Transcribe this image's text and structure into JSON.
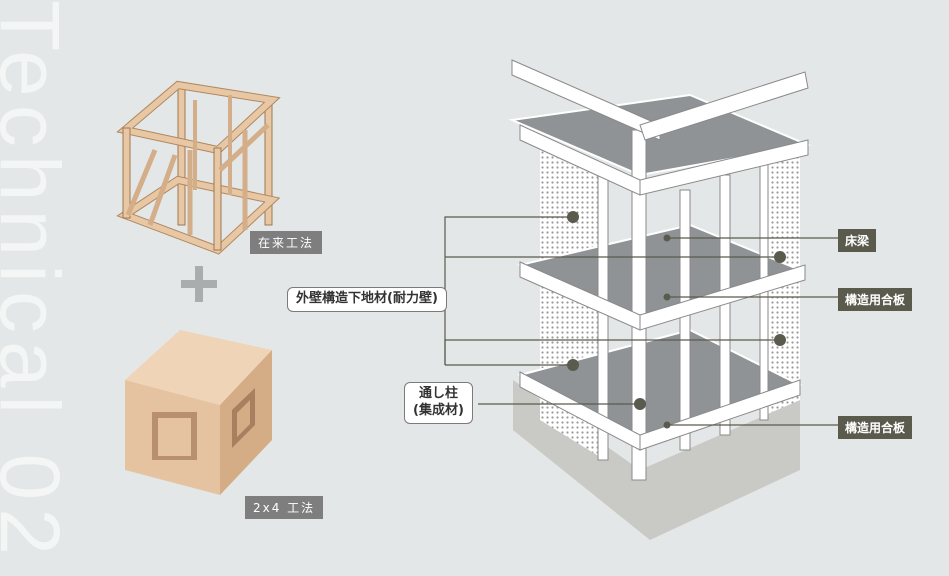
{
  "watermark": "Technical 02",
  "methods": {
    "conventional": "在来工法",
    "two_by_four": "2x4 工法"
  },
  "callouts": {
    "exterior_wall": "外壁構造下地材(耐力壁)",
    "through_column_line1": "通し柱",
    "through_column_line2": "(集成材)"
  },
  "parts": {
    "floor_beam": "床梁",
    "structural_plywood_upper": "構造用合板",
    "structural_plywood_lower": "構造用合板"
  },
  "colors": {
    "background": "#e4e7e7",
    "line": "#5b5b4d",
    "label_bg": "#5b5b4d",
    "wood": "#e7c8a8"
  }
}
